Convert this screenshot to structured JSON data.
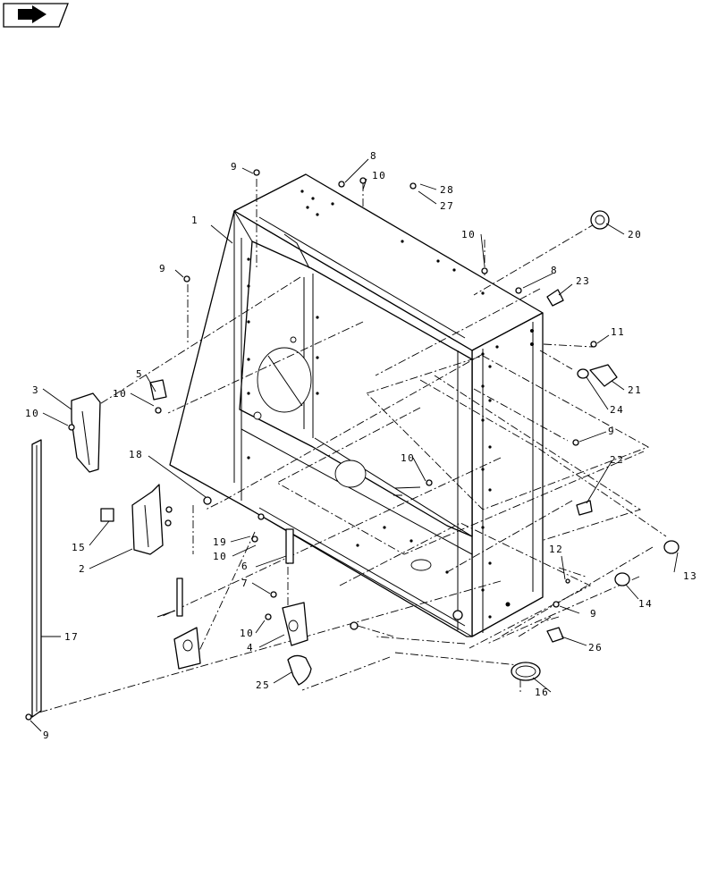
{
  "nav_icon": {
    "name": "arrow-navigation-icon"
  },
  "callouts": [
    "1",
    "2",
    "3",
    "4",
    "5",
    "6",
    "7",
    "8",
    "9",
    "10",
    "11",
    "12",
    "13",
    "14",
    "15",
    "16",
    "17",
    "18",
    "19",
    "20",
    "21",
    "22",
    "23",
    "24",
    "25",
    "26",
    "27",
    "28"
  ]
}
